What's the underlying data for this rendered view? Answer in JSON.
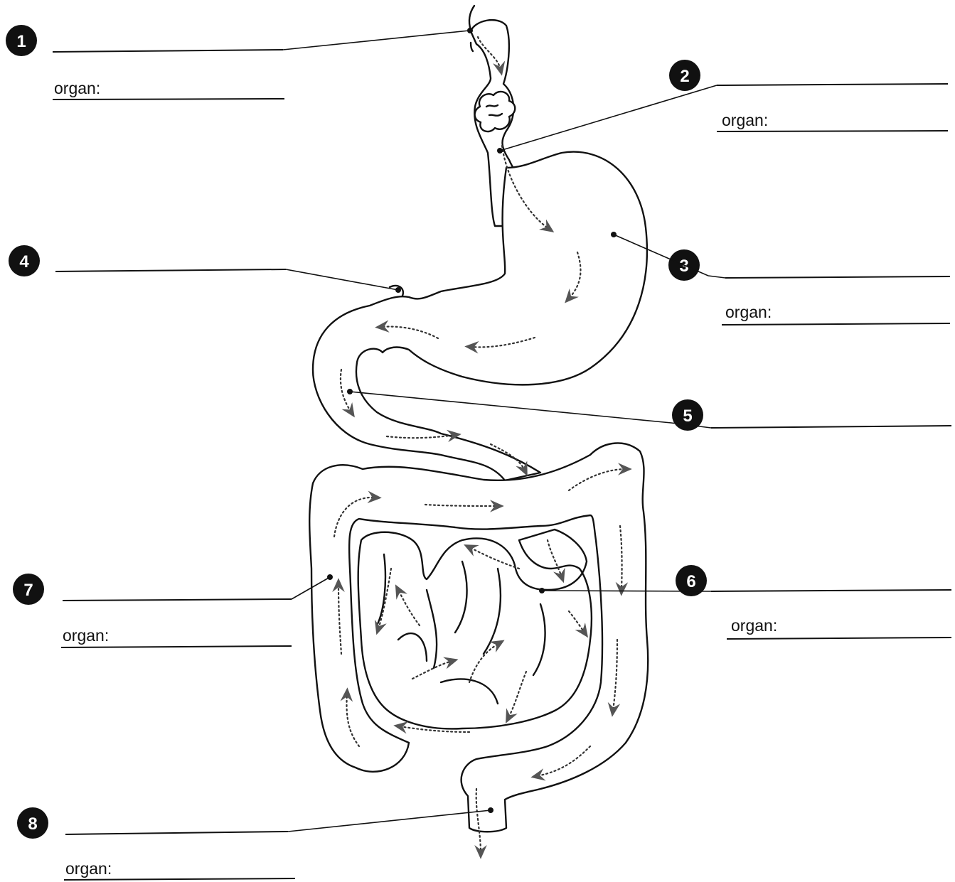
{
  "labels": [
    {
      "number": "1",
      "organ_prompt": null
    },
    {
      "number": "2",
      "organ_prompt": "organ:"
    },
    {
      "number": "3",
      "organ_prompt": "organ:"
    },
    {
      "number": "4",
      "organ_prompt": null
    },
    {
      "number": "5",
      "organ_prompt": null
    },
    {
      "number": "6",
      "organ_prompt": "organ:"
    },
    {
      "number": "7",
      "organ_prompt": "organ:"
    },
    {
      "number": "8",
      "organ_prompt": "organ:"
    }
  ],
  "organ_prompts": {
    "label_1": "organ:",
    "label_2": "organ:",
    "label_3": "organ:",
    "label_6": "organ:",
    "label_7": "organ:",
    "label_8": "organ:"
  },
  "colors": {
    "ink": "#111111",
    "flow": "#333333",
    "background": "#ffffff"
  }
}
